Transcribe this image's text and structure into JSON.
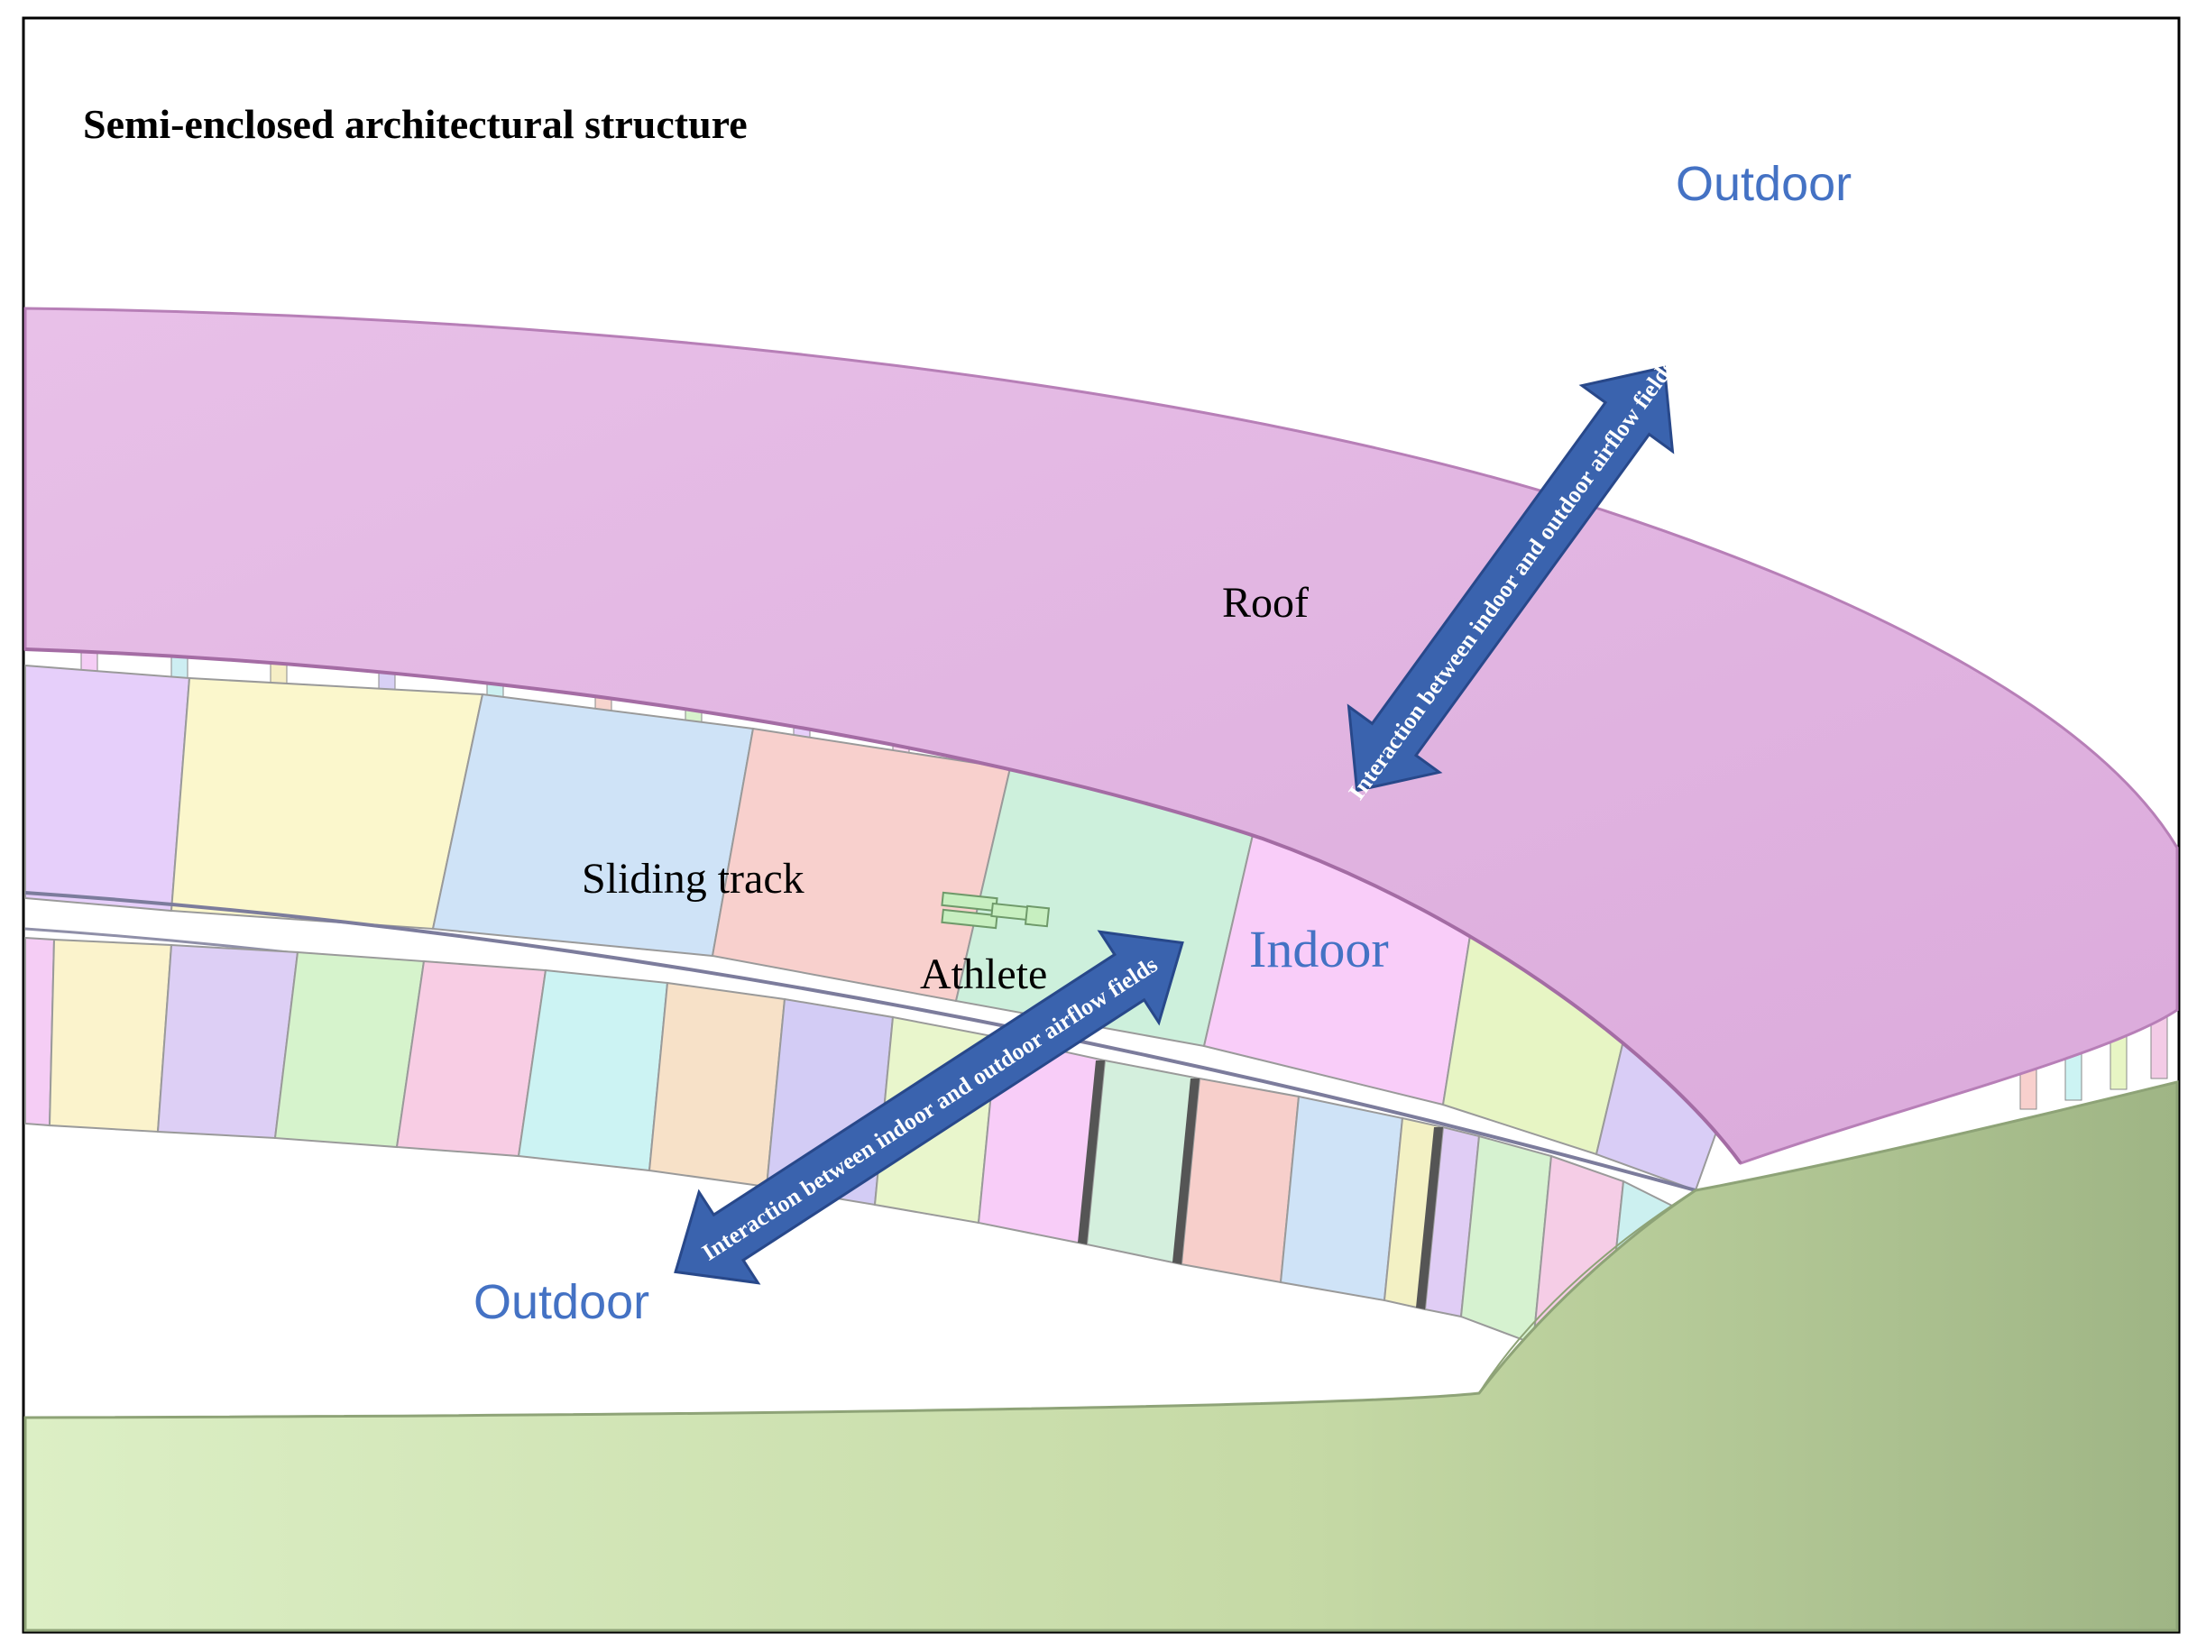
{
  "title": "Semi-enclosed architectural structure",
  "labels": {
    "roof": "Roof",
    "sliding_track": "Sliding track",
    "athlete": "Athlete",
    "indoor": "Indoor",
    "outdoor_top": "Outdoor",
    "outdoor_bottom": "Outdoor"
  },
  "arrows": {
    "upper_caption": "Interaction between indoor and outdoor airflow fields",
    "lower_caption": "Interaction between indoor and outdoor airflow fields"
  },
  "colors": {
    "roof": "#e8bee8",
    "roof_edge": "#b77fb7",
    "arrow_fill": "#3a63ae",
    "arrow_stroke": "#28488a",
    "blue_text": "#4472c4",
    "green_band": "#c8dca8",
    "segment_palette": [
      "#e6cffa",
      "#fbf7cc",
      "#cfe3f7",
      "#f8d0cd",
      "#cdf0dc",
      "#f9cdf9",
      "#e7f5c4",
      "#d9cdf6",
      "#ccf3f3",
      "#f7e1c8",
      "#f3cbe6",
      "#d6eecf"
    ]
  }
}
